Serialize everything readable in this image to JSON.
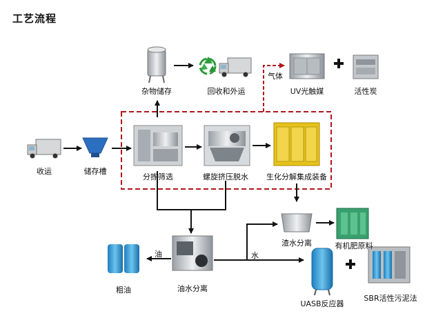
{
  "title": "工艺流程",
  "nodes": {
    "collect": "收运",
    "storage_tank": "储存槽",
    "sorting": "分拣筛选",
    "screw_press": "螺旋挤压脱水",
    "biochem": "生化分解集成装备",
    "debris_storage": "杂物储存",
    "recycle": "回收和外运",
    "uv": "UV光触媒",
    "activated_carbon": "活性炭",
    "slag_water": "渣水分离",
    "fertilizer": "有机肥原料",
    "oil_water": "油水分离",
    "crude_oil": "粗油",
    "uasb": "UASB反应器",
    "sbr": "SBR活性污泥法"
  },
  "flow_labels": {
    "gas": "气体",
    "oil": "油",
    "water": "水"
  },
  "colors": {
    "boundary": "#b0141b",
    "arrow": "#111111",
    "recycle": "#2e9b3a",
    "equipment_yellow": "#e8c21a",
    "tank_blue": "#2f9fd8"
  }
}
